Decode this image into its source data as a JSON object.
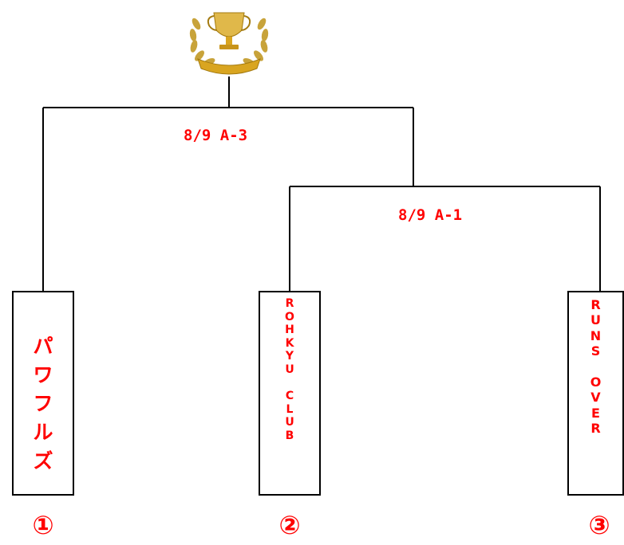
{
  "bracket": {
    "matches": [
      {
        "label": "8/9  A-3"
      },
      {
        "label": "8/9  A-1"
      }
    ],
    "teams": [
      {
        "name": "パワフルズ",
        "seed": "①"
      },
      {
        "name": "ROHKYU CLUB",
        "seed": "②"
      },
      {
        "name": "RUNS OVER",
        "seed": "③"
      }
    ],
    "trophy_icon": "trophy-icon"
  },
  "colors": {
    "label": "#ff0000",
    "line": "#000000",
    "gold": "#d9a520"
  }
}
